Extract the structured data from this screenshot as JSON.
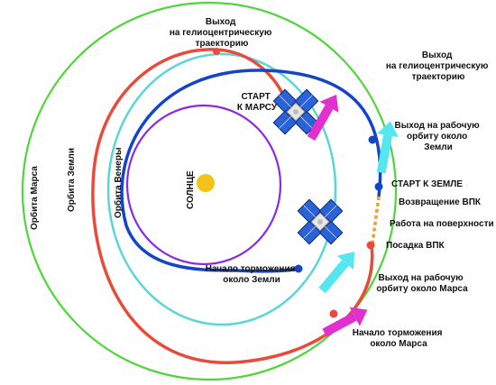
{
  "labels": {
    "exit_helio_top": [
      "Выход",
      "на гелиоцентрическую",
      "траекторию"
    ],
    "exit_helio_right": [
      "Выход",
      "на гелиоцентрическую",
      "траекторию"
    ],
    "start_mars": [
      "СТАРТ",
      "К МАРСУ"
    ],
    "work_orbit_earth": [
      "Выход на рабочую",
      "орбиту около",
      "Земли"
    ],
    "start_earth": "СТАРТ К ЗЕМЛЕ",
    "return_vpk": "Возвращение ВПК",
    "surface_work": "Работа на поверхности",
    "landing_vpk": "Посадка ВПК",
    "work_orbit_mars": [
      "Выход на рабочую",
      "орбиту около Марса"
    ],
    "braking_earth": [
      "Начало торможения",
      "около Земли"
    ],
    "braking_mars": [
      "Начало торможения",
      "около Марса"
    ],
    "sun": "СОЛНЦЕ",
    "orbit_mars": "Орбита Марса",
    "orbit_earth": "Орбита Земли",
    "orbit_venus": "Орбита Венеры"
  },
  "colors": {
    "orbit_mars": "#4fd63a",
    "orbit_earth": "#5ad6d6",
    "orbit_venus": "#8a2be2",
    "trajectory_to_mars": "#e84b3c",
    "trajectory_to_earth": "#1444c8",
    "sun": "#f5c21a",
    "arrow_magenta": "#e12fd0",
    "arrow_cyan": "#55e6f0",
    "surface_segment": "#f0a030"
  },
  "icons": [
    "spacecraft-icon",
    "arrow-icon",
    "sun-icon"
  ]
}
